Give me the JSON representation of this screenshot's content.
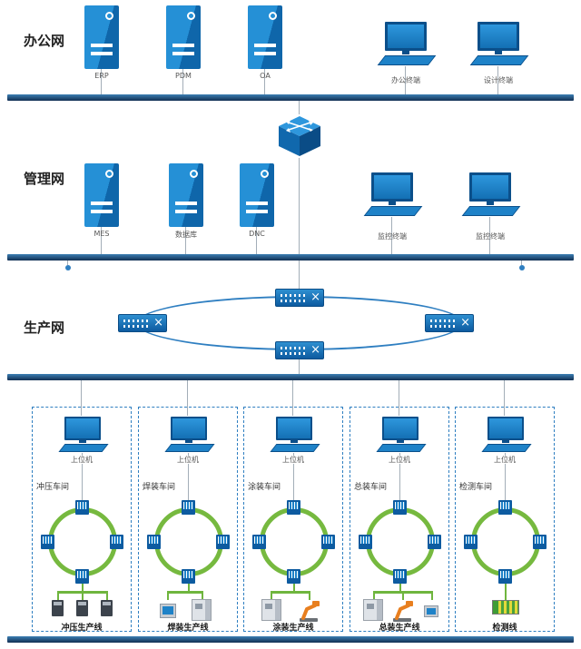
{
  "diagram": {
    "layers": [
      {
        "label": "办公网"
      },
      {
        "label": "管理网"
      },
      {
        "label": "生产网"
      }
    ],
    "office": {
      "servers": [
        {
          "label": "ERP"
        },
        {
          "label": "PDM"
        },
        {
          "label": "OA"
        }
      ],
      "terminals": [
        {
          "label": "办公终端"
        },
        {
          "label": "设计终端"
        }
      ]
    },
    "management": {
      "servers": [
        {
          "label": "MES"
        },
        {
          "label": "数据库"
        },
        {
          "label": "DNC"
        }
      ],
      "terminals": [
        {
          "label": "监控终端"
        },
        {
          "label": "监控终端"
        }
      ]
    },
    "workshops": [
      {
        "host": "上位机",
        "name": "冲压车间",
        "line": "冲压生产线"
      },
      {
        "host": "上位机",
        "name": "焊装车间",
        "line": "焊装生产线"
      },
      {
        "host": "上位机",
        "name": "涂装车间",
        "line": "涂装生产线"
      },
      {
        "host": "上位机",
        "name": "总装车间",
        "line": "总装生产线"
      },
      {
        "host": "上位机",
        "name": "检测车间",
        "line": "检测线"
      }
    ],
    "colors": {
      "bus": "#16365c",
      "device_blue": "#1e82c8",
      "device_blue_dark": "#0b4f8a",
      "line_gray": "#a3aeb8",
      "ring_green": "#6fb53e",
      "diagram_blue": "#2f7fc1",
      "robot_orange": "#e87f1f"
    },
    "icons": {
      "server-tower-icon": "css-shape",
      "desktop-computer-icon": "css-shape",
      "core-switch-icon": "inline-svg",
      "switch-icon": "css-shape",
      "plc-module-icon": "css-shape",
      "robot-arm-icon": "inline-svg",
      "control-cabinet-icon": "css-shape",
      "servo-drive-icon": "css-shape",
      "hmi-panel-icon": "css-shape",
      "plc-rack-icon": "css-shape"
    }
  }
}
